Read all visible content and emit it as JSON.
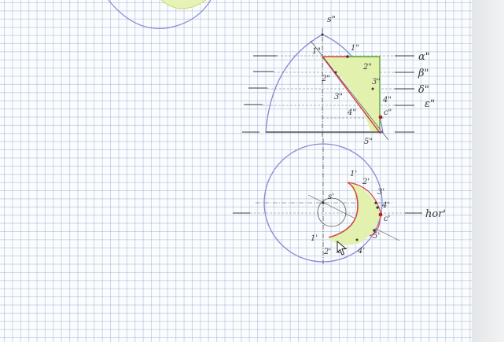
{
  "sheet": {
    "type": "graph-paper drawing",
    "colors": {
      "paper": "#fbfcfe",
      "grid": "#8caacd",
      "pencil": "#3a3a3a",
      "outline": "#8a86d6",
      "cut_curve": "#d24a4a",
      "shading": "#dff0a8",
      "green_edge": "#5ca83c"
    }
  },
  "labels": {
    "s_top": "s\"",
    "one_front": "1\"",
    "two_front": "2\"",
    "three_front": "3\"",
    "four_front": "4\"",
    "c_front": "c\"",
    "five_front": "5\"",
    "one_front_b": "1\"",
    "two_front_b": "2\"",
    "three_front_b": "3\"",
    "four_front_b": "4\"",
    "alpha": "α\"",
    "beta": "β\"",
    "delta": "δ\"",
    "epsilon": "ε\"",
    "s_plan": "s'",
    "one_plan": "1'",
    "two_plan": "2'",
    "three_plan": "3'",
    "four_plan": "4'",
    "c_plan": "c'",
    "five_plan": "5'",
    "one_plan_b": "1'",
    "two_plan_b": "2'",
    "three_plan_b": "3'",
    "four_plan_b": "4'",
    "hor": "hor'"
  },
  "cursor": {
    "icon": "mouse-pointer-icon"
  }
}
